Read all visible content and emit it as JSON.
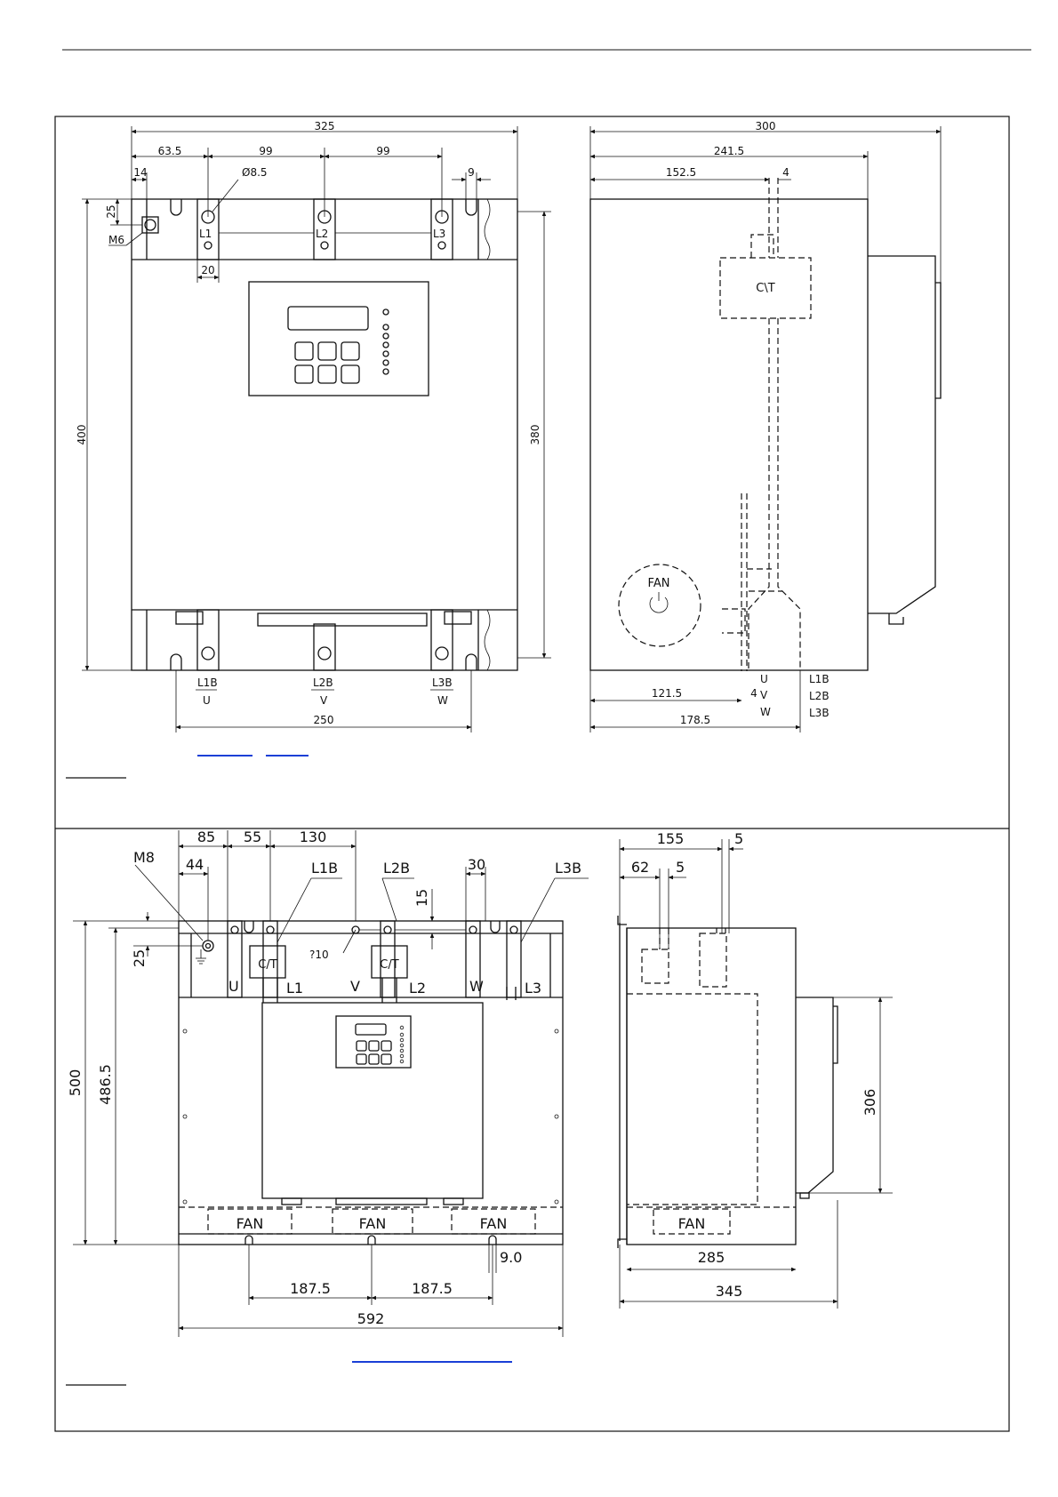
{
  "drawing1": {
    "front": {
      "width": "325",
      "seg1": "63.5",
      "seg2": "99",
      "seg3": "99",
      "edge": "14",
      "slot": "9",
      "hole": "Ø8.5",
      "tab": "20",
      "height": "400",
      "inner_height": "380",
      "top_offset": "25",
      "screw": "M6",
      "bottom_span": "250",
      "terms_top": [
        "L1",
        "L2",
        "L3"
      ],
      "terms_bottom": [
        {
          "l": "L1B",
          "p": "U"
        },
        {
          "l": "L2B",
          "p": "V"
        },
        {
          "l": "L3B",
          "p": "W"
        }
      ]
    },
    "side": {
      "width": "300",
      "d1": "241.5",
      "d2": "152.5",
      "d3": "4",
      "ct": "C\\T",
      "fan": "FAN",
      "bottom1": "121.5",
      "bottom2": "178.5",
      "small": "4",
      "phases": [
        "U",
        "V",
        "W"
      ],
      "lines": [
        "L1B",
        "L2B",
        "L3B"
      ]
    }
  },
  "drawing2": {
    "front": {
      "d85": "85",
      "d55": "55",
      "d130": "130",
      "d44": "44",
      "d30": "30",
      "d15": "15",
      "screw": "M8",
      "d25": "25",
      "hole": "?10",
      "h500": "500",
      "h486": "486.5",
      "lines": [
        "L1B",
        "L2B",
        "L3B"
      ],
      "phases": [
        "U",
        "V",
        "W"
      ],
      "ct": "C/T",
      "terms": [
        "L1",
        "L2",
        "L3"
      ],
      "fan": "FAN",
      "slot": "9.0",
      "b1": "187.5",
      "b2": "187.5",
      "width": "592"
    },
    "side": {
      "d155": "155",
      "d5a": "5",
      "d62": "62",
      "d5b": "5",
      "h306": "306",
      "fan": "FAN",
      "d285": "285",
      "d345": "345"
    }
  }
}
